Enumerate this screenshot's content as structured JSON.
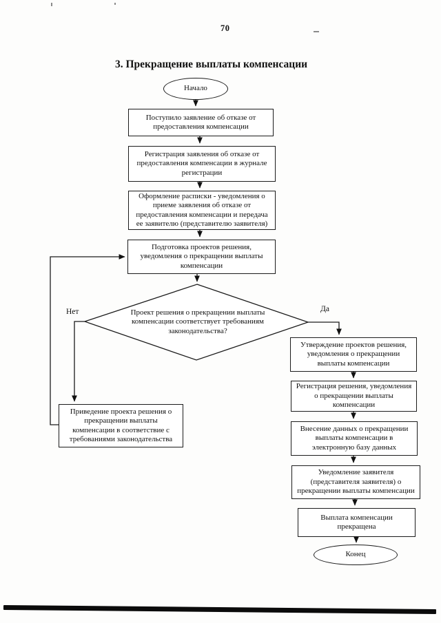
{
  "page": {
    "number": "70",
    "title": "3. Прекращение выплаты компенсации"
  },
  "flowchart": {
    "start_label": "Начало",
    "end_label": "Конец",
    "nodes": {
      "received": "Поступило заявление об отказе от предоставления компенсации",
      "register_application": "Регистрация заявления об отказе от предоставления компенсации в журнале регистрации",
      "receipt_notice": "Оформление расписки - уведомления о приеме заявления об отказе от предоставления компенсации и передача ее заявителю (представителю заявителя)",
      "prepare_drafts": "Подготовка проектов решения, уведомления о прекращении выплаты компенсации",
      "fix_draft": "Приведение проекта решения о прекращении выплаты компенсации в соответствие с требованиями законодательства",
      "approve_drafts": "Утверждение проектов решения, уведомления о прекращении выплаты компенсации",
      "register_decision": "Регистрация решения, уведомления о прекращении выплаты компенсации",
      "enter_data": "Внесение данных о прекращении выплаты компенсации в электронную базу данных",
      "notify_applicant": "Уведомление заявителя (представителя заявителя) о прекращении выплаты компенсации",
      "payment_stopped": "Выплата компенсации прекращена"
    },
    "decision": {
      "question": "Проект решения о прекращении выплаты компенсации соответствует требованиям законодательства?",
      "no_label": "Нет",
      "yes_label": "Да"
    }
  }
}
